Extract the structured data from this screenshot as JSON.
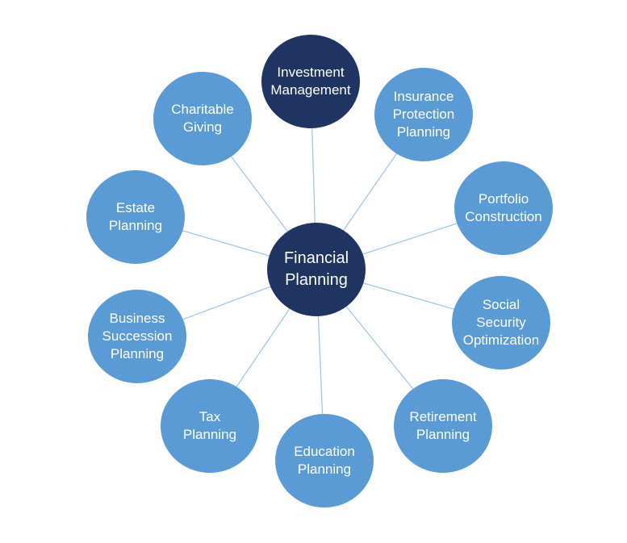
{
  "diagram": {
    "type": "hub-and-spoke",
    "center_node": {
      "id": "financial-planning",
      "label_lines": [
        "Financial",
        "Planning"
      ],
      "variant": "dark"
    },
    "nodes": [
      {
        "id": "investment-management",
        "label_lines": [
          "Investment",
          "Management"
        ],
        "variant": "dark"
      },
      {
        "id": "insurance-protection-planning",
        "label_lines": [
          "Insurance",
          "Protection",
          "Planning"
        ],
        "variant": "light"
      },
      {
        "id": "portfolio-construction",
        "label_lines": [
          "Portfolio",
          "Construction"
        ],
        "variant": "light"
      },
      {
        "id": "social-security-optimization",
        "label_lines": [
          "Social",
          "Security",
          "Optimization"
        ],
        "variant": "light"
      },
      {
        "id": "retirement-planning",
        "label_lines": [
          "Retirement",
          "Planning"
        ],
        "variant": "light"
      },
      {
        "id": "education-planning",
        "label_lines": [
          "Education",
          "Planning"
        ],
        "variant": "light"
      },
      {
        "id": "tax-planning",
        "label_lines": [
          "Tax",
          "Planning"
        ],
        "variant": "light"
      },
      {
        "id": "business-succession-planning",
        "label_lines": [
          "Business",
          "Succession",
          "Planning"
        ],
        "variant": "light"
      },
      {
        "id": "estate-planning",
        "label_lines": [
          "Estate",
          "Planning"
        ],
        "variant": "light"
      },
      {
        "id": "charitable-giving",
        "label_lines": [
          "Charitable",
          "Giving"
        ],
        "variant": "light"
      }
    ]
  },
  "colors": {
    "dark_navy": "#1f3461",
    "light_blue": "#5b9bd5",
    "connector_line": "#9dc3e6",
    "label_text": "#ffffff",
    "background": "#ffffff"
  }
}
